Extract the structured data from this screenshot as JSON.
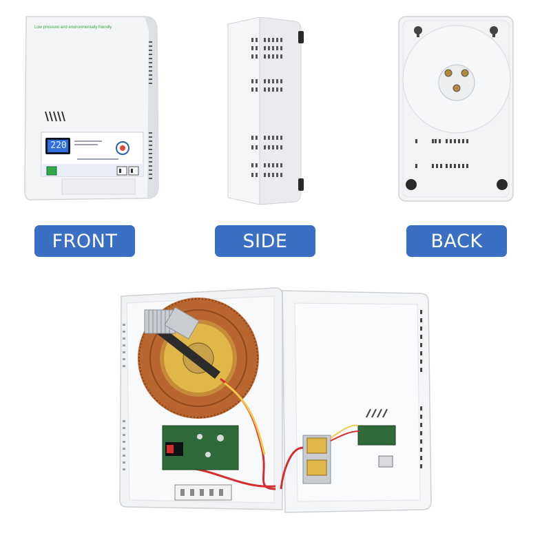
{
  "labels": {
    "front": "FRONT",
    "side": "SIDE",
    "back": "BACK"
  },
  "front_panel": {
    "tagline": "Low pressure and environmentally friendly",
    "display_value": "220"
  },
  "colors": {
    "label_bg": "#3a6fc4",
    "label_text": "#ffffff",
    "tagline": "#3aa845",
    "display": "#2f6fe0",
    "copper": "#b9652f",
    "case": "#f2f3f5"
  }
}
